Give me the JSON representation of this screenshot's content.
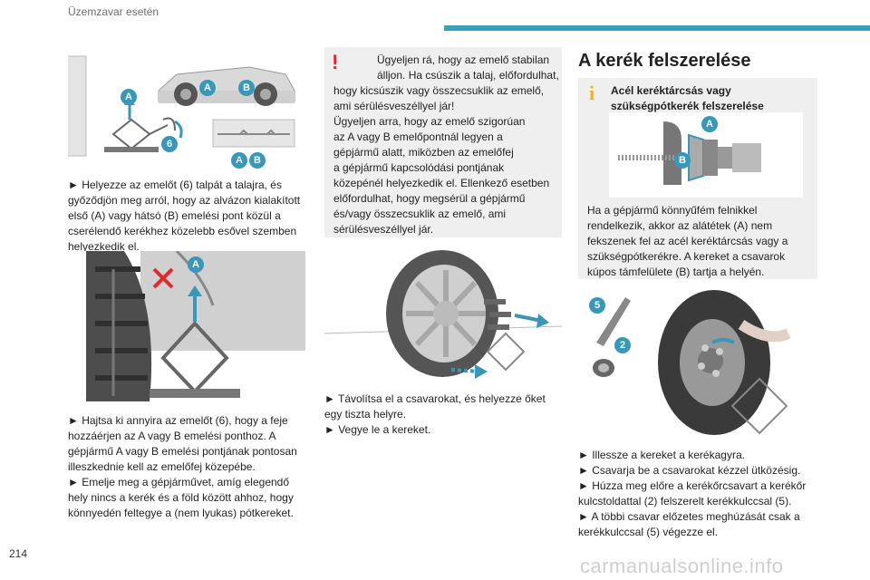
{
  "header": {
    "section_title": "Üzemzavar esetén",
    "accent_color": "#3aa2b8"
  },
  "footer": {
    "page_number": "214",
    "watermark": "carmanualsonline.info"
  },
  "callouts": {
    "A": "A",
    "B": "B",
    "n6": "6",
    "n5": "5",
    "n2": "2",
    "color": "#3a97b8"
  },
  "col1": {
    "p1": {
      "l1": "► Helyezze az emelőt (6) talpát a talajra, és",
      "l2": "győződjön meg arról, hogy az alvázon kialakított",
      "l3": "első (A) vagy hátsó (B) emelési pont közül a",
      "l4": "cserélendő kerékhez közelebb esővel szemben",
      "l5": "helyezkedik el."
    },
    "p2": {
      "l1": "► Hajtsa ki annyira az emelőt (6), hogy a feje",
      "l2": "hozzáérjen az A vagy B emelési ponthoz. A",
      "l3": "gépjármű A vagy B emelési pontjának pontosan",
      "l4": "illeszkednie kell az emelőfej közepébe.",
      "l5": "► Emelje meg a gépjárművet, amíg elegendő",
      "l6": "hely nincs a kerék és a föld között ahhoz, hogy",
      "l7": "könnyedén feltegye a (nem lyukas) pótkereket."
    }
  },
  "col2": {
    "warning": {
      "icon": "!",
      "l1": "Ügyeljen rá, hogy az emelő stabilan",
      "l2": "álljon. Ha csúszik a talaj, előfordulhat,",
      "l3": "hogy kicsúszik vagy összecsuklik az emelő,",
      "l4": "ami sérülésveszéllyel jár!",
      "l5": "Ügyeljen arra, hogy az emelő szigorúan",
      "l6": "az A vagy B emelőpontnál legyen a",
      "l7": "gépjármű alatt, miközben az emelőfej",
      "l8": "a gépjármű kapcsolódási pontjának",
      "l9": "közepénél helyezkedik el. Ellenkező esetben",
      "l10": "előfordulhat, hogy megsérül a gépjármű",
      "l11": "és/vagy összecsuklik az emelő, ami",
      "l12": "sérülésveszéllyel jár."
    },
    "p1": {
      "l1": "► Távolítsa el a csavarokat, és helyezze őket",
      "l2": "egy tiszta helyre.",
      "l3": "► Vegye le a kereket."
    }
  },
  "col3": {
    "heading": "A kerék felszerelése",
    "info": {
      "icon": "i",
      "title1": "Acél keréktárcsás vagy",
      "title2": "szükségpótkerék felszerelése",
      "l1": "Ha a gépjármű könnyűfém felnikkel",
      "l2": "rendelkezik, akkor az alátétek (A) nem",
      "l3": "fekszenek fel az acél keréktárcsás vagy a",
      "l4": "szükségpótkerékre. A kereket a csavarok",
      "l5": "kúpos támfelülete (B) tartja a helyén."
    },
    "p1": {
      "l1": "► Illessze a kereket a kerékagyra.",
      "l2": "► Csavarja be a csavarokat kézzel ütközésig.",
      "l3": "► Húzza meg előre a kerékőrcsavart a kerékőr",
      "l4": "kulcstoldattal (2) felszerelt kerékkulccsal (5).",
      "l5": "► A többi csavar előzetes meghúzását csak a",
      "l6": "kerékkulccsal (5) végezze el."
    }
  }
}
